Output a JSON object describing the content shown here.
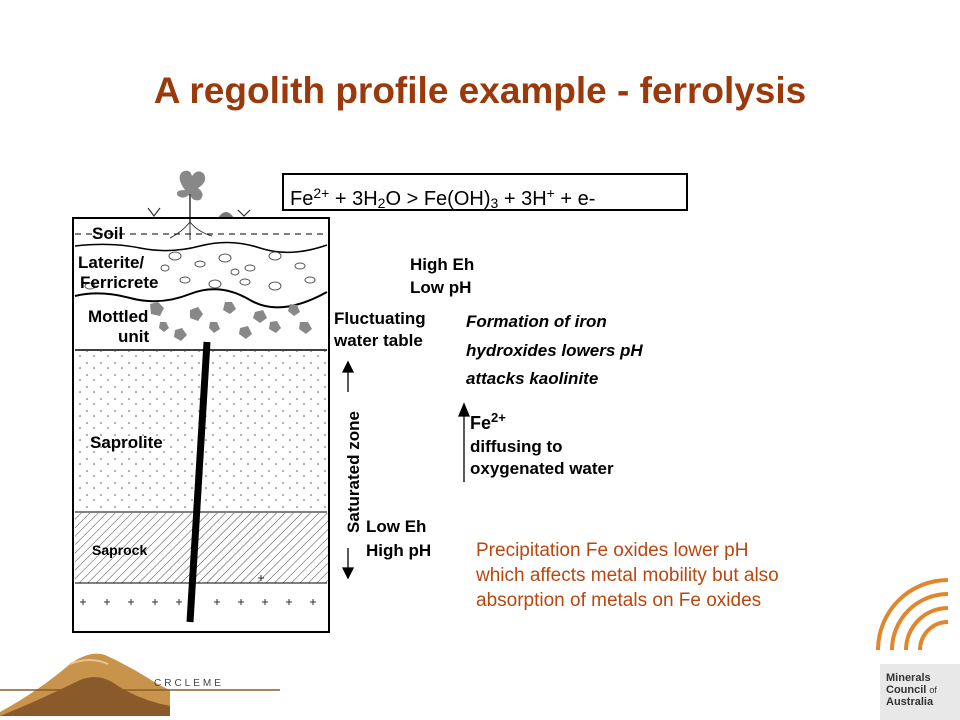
{
  "title": "A regolith profile example - ferrolysis",
  "equation": {
    "fe": "Fe",
    "fe_charge": "2+",
    "mid1": " + 3H",
    "h2o_sub": "2",
    "mid2": "O > Fe(OH)",
    "oh_sub": "3",
    "mid3": " + 3H",
    "h_plus": "+",
    "end": " + e-"
  },
  "layers": {
    "soil": "Soil",
    "laterite_line1": "Laterite/",
    "laterite_line2": "Ferricrete",
    "mottled_line1": "Mottled",
    "mottled_line2": "unit",
    "saprolite": "Saprolite",
    "saprock": "Saprock"
  },
  "labels": {
    "high_eh": "High Eh",
    "low_ph": "Low pH",
    "fluct_line1": "Fluctuating",
    "fluct_line2": "water table",
    "formation_line1": "Formation of iron",
    "formation_line2": "hydroxides lowers pH",
    "formation_line3": "attacks kaolinite",
    "saturated_zone": "Saturated zone",
    "fe_text": "Fe",
    "fe_charge": "2+",
    "diffusing_line1": "diffusing to",
    "diffusing_line2": "oxygenated water",
    "low_eh": "Low Eh",
    "high_ph": "High pH"
  },
  "precipitation": {
    "line1": "Precipitation Fe oxides lower pH",
    "line2": "which affects metal mobility but also",
    "line3": "absorption of metals on Fe oxides"
  },
  "logos": {
    "crc": "CRCLEME",
    "mca_line1": "Minerals",
    "mca_line2": "Council",
    "mca_of": "of",
    "mca_line3": "Australia"
  },
  "colors": {
    "title": "#9a3a0c",
    "precipitation": "#b8470f",
    "logo_tan": "#c8934a",
    "logo_brown": "#8b5a2b",
    "mca_orange": "#e2862c"
  }
}
